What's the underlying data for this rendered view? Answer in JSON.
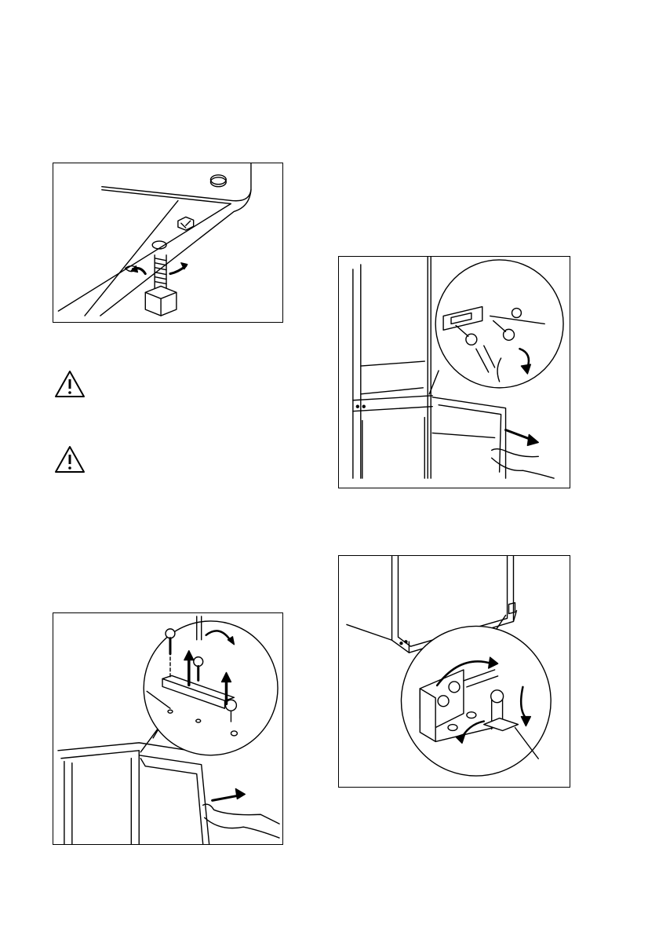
{
  "document": {
    "figures": [
      {
        "id": "fig-feet",
        "icon": "adjustable-foot-icon"
      },
      {
        "id": "fig-top-hinge",
        "icon": "top-hinge-icon"
      },
      {
        "id": "fig-middle-hinge",
        "icon": "middle-hinge-icon"
      },
      {
        "id": "fig-bottom-hinge",
        "icon": "bottom-hinge-icon"
      }
    ],
    "warnings": [
      {
        "icon": "warning-triangle-icon"
      },
      {
        "icon": "warning-triangle-icon"
      }
    ]
  }
}
